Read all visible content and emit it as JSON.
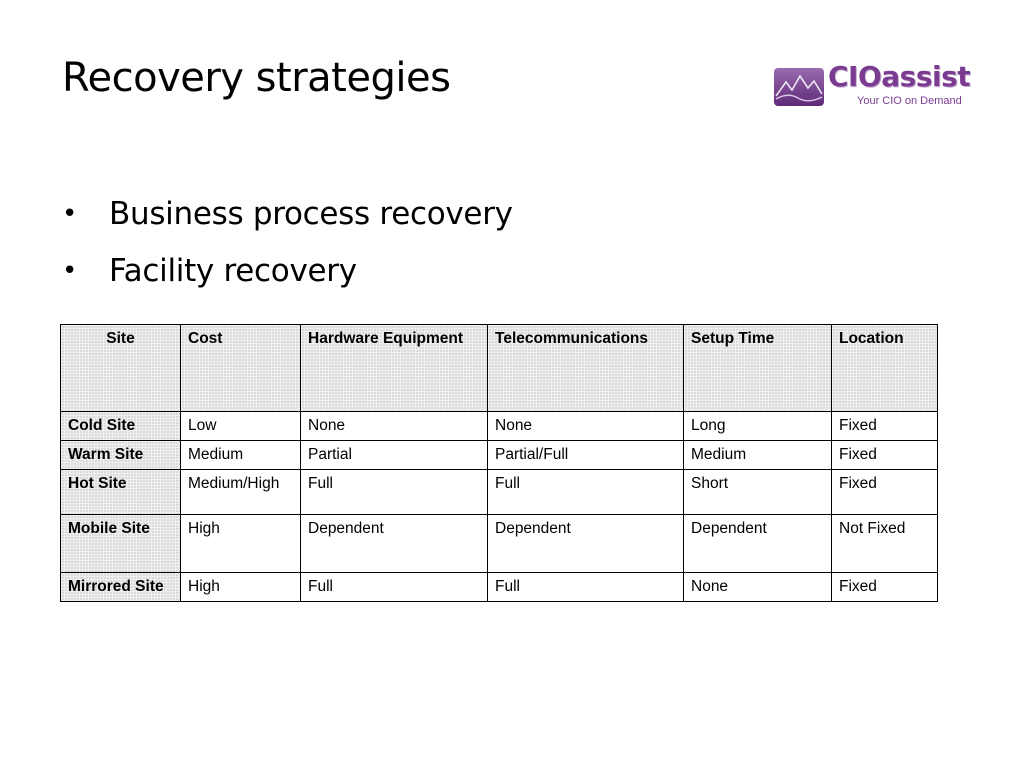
{
  "title": "Recovery strategies",
  "logo": {
    "wordmark": "CIOassist",
    "tagline": "Your CIO on Demand",
    "icon": "mountain-wave-logo-icon",
    "color": "#7a3b90"
  },
  "bullets": [
    "Business process recovery",
    "Facility recovery"
  ],
  "table": {
    "headers": [
      "Site",
      "Cost",
      "Hardware Equipment",
      "Telecommunications",
      "Setup Time",
      "Location"
    ],
    "rows": [
      [
        "Cold Site",
        "Low",
        "None",
        "None",
        "Long",
        "Fixed"
      ],
      [
        "Warm Site",
        "Medium",
        "Partial",
        "Partial/Full",
        "Medium",
        "Fixed"
      ],
      [
        "Hot Site",
        "Medium/High",
        "Full",
        "Full",
        "Short",
        "Fixed"
      ],
      [
        "Mobile Site",
        "High",
        "Dependent",
        "Dependent",
        "Dependent",
        "Not Fixed"
      ],
      [
        "Mirrored Site",
        "High",
        "Full",
        "Full",
        "None",
        "Fixed"
      ]
    ]
  }
}
